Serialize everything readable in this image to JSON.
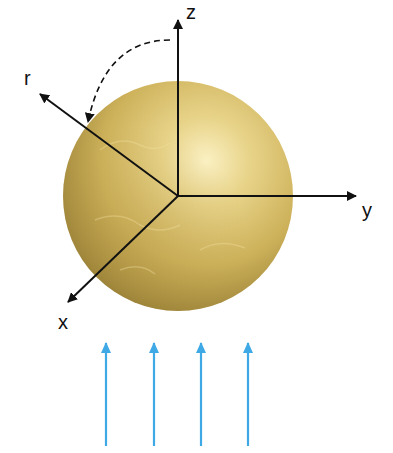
{
  "diagram": {
    "labels": [
      "z",
      "r",
      "y",
      "x"
    ]
  }
}
